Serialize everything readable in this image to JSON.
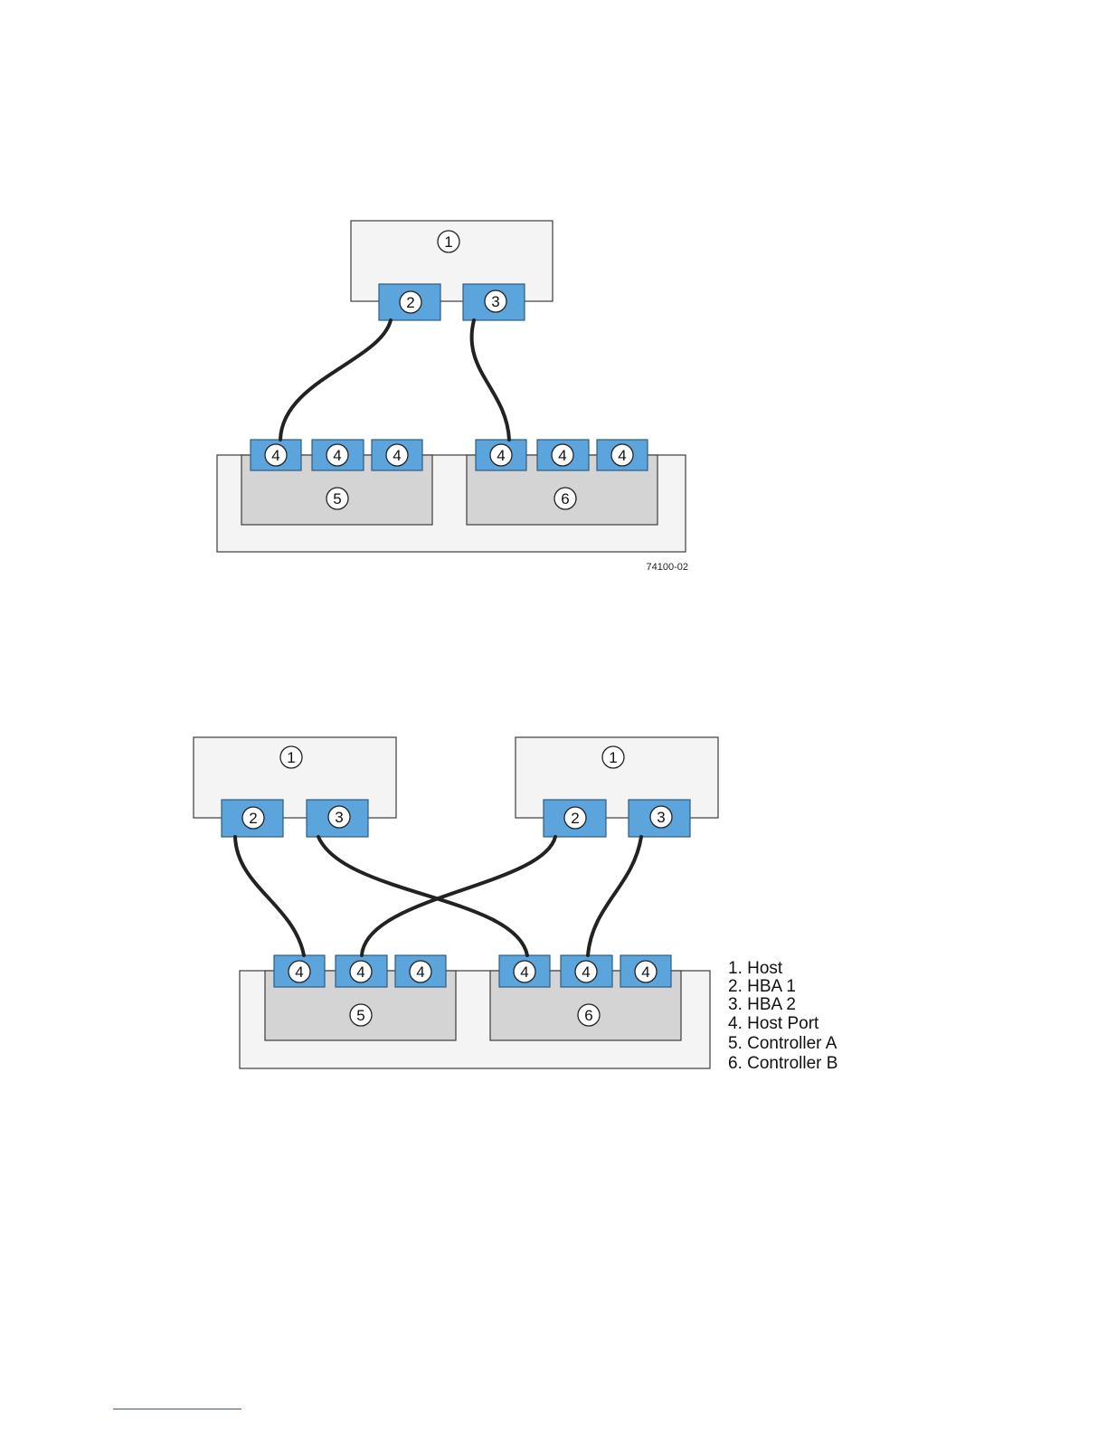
{
  "callouts": {
    "host": "1",
    "hba1": "2",
    "hba2": "3",
    "host_port": "4",
    "controller_a": "5",
    "controller_b": "6"
  },
  "figure1": {
    "figure_id": "74100-02"
  },
  "legend": [
    "1. Host",
    "2. HBA 1",
    "3. HBA 2",
    "4. Host Port",
    "5. Controller A",
    "6. Controller B"
  ],
  "colors": {
    "port_fill": "#5ba4dc",
    "controller_fill": "#d4d4d4",
    "box_fill": "#f4f4f4",
    "cable": "#222222",
    "footer_rule": "#3355cc"
  }
}
